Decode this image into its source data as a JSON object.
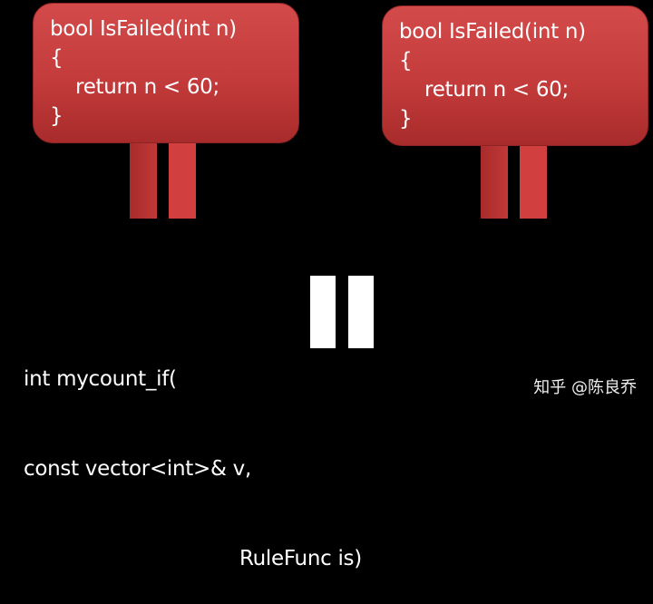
{
  "left_card": {
    "line1": "bool IsFailed(int n)",
    "line2": "{",
    "line3": "    return n < 60;",
    "line4": "}"
  },
  "right_card": {
    "line1": "bool IsFailed(int n)",
    "line2": "{",
    "line3": "    return n < 60;",
    "line4": "}"
  },
  "signature": {
    "line1": "int mycount_if(",
    "line2": "const vector<int>& v,",
    "line3": "RuleFunc is)"
  },
  "watermark": "知乎 @陈良乔",
  "colors": {
    "card": "#c43b3b",
    "background": "#000000",
    "text": "#ffffff"
  }
}
